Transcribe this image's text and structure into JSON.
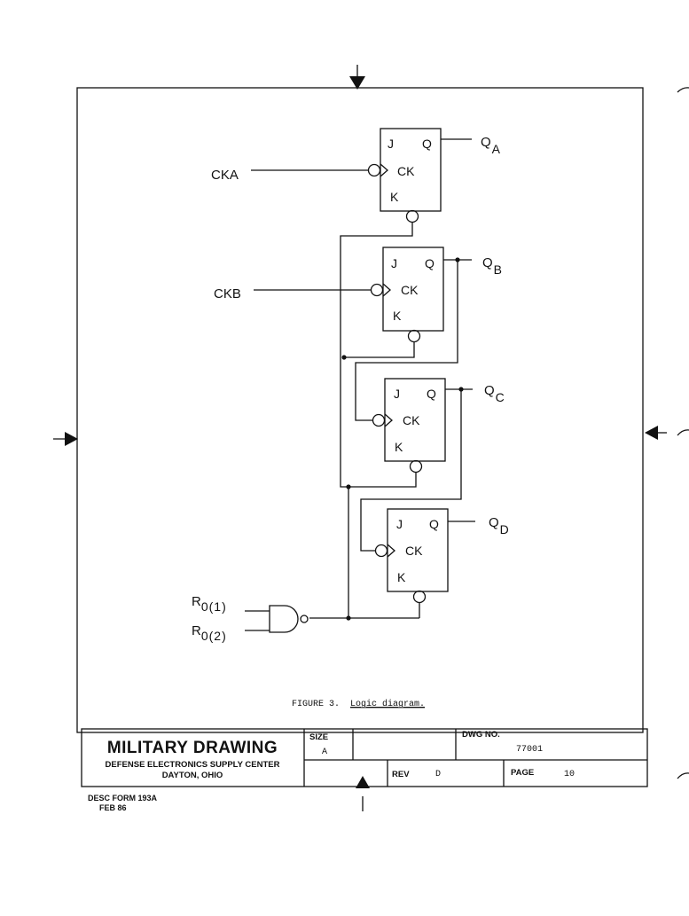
{
  "inputs": {
    "cka": "CKA",
    "ckb": "CKB",
    "r01_main": "R",
    "r01_sub": "0(1)",
    "r02_main": "R",
    "r02_sub": "0(2)"
  },
  "flipflops": [
    {
      "j": "J",
      "q": "Q",
      "ck": "CK",
      "k": "K",
      "out_main": "Q",
      "out_sub": "A"
    },
    {
      "j": "J",
      "q": "Q",
      "ck": "CK",
      "k": "K",
      "out_main": "Q",
      "out_sub": "B"
    },
    {
      "j": "J",
      "q": "Q",
      "ck": "CK",
      "k": "K",
      "out_main": "Q",
      "out_sub": "C"
    },
    {
      "j": "J",
      "q": "Q",
      "ck": "CK",
      "k": "K",
      "out_main": "Q",
      "out_sub": "D"
    }
  ],
  "figure": {
    "number": "FIGURE 3.",
    "caption": "Logic diagram."
  },
  "title_block": {
    "title": "MILITARY DRAWING",
    "org_line1": "DEFENSE ELECTRONICS SUPPLY CENTER",
    "org_line2": "DAYTON, OHIO",
    "size_label": "SIZE",
    "size_value": "A",
    "dwg_label": "DWG NO.",
    "dwg_value": "77001",
    "rev_label": "REV",
    "rev_value": "D",
    "page_label": "PAGE",
    "page_value": "10"
  },
  "form": {
    "line1": "DESC FORM 193A",
    "line2": "FEB 86"
  }
}
